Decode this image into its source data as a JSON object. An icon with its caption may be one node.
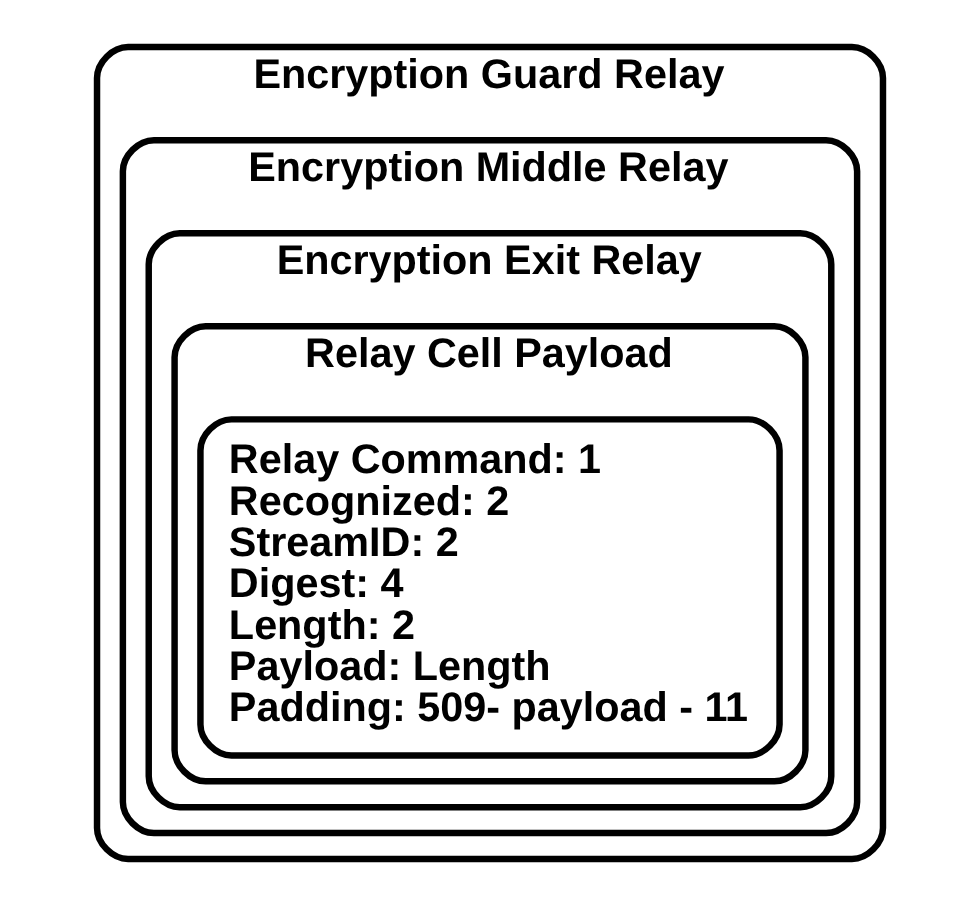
{
  "diagram": {
    "nodes": [
      {
        "text": [
          "Encryption Guard Relay"
        ]
      },
      {
        "text": [
          "Encryption Middle Relay"
        ],
        "in": 0
      },
      {
        "text": [
          "Encryption Exit Relay"
        ],
        "in": 1
      },
      {
        "text": [
          "Relay Cell Payload"
        ],
        "in": 2
      },
      {
        "text": [
          "Relay Command: 1",
          "Recognized: 2",
          "StreamID: 2",
          "Digest: 4",
          "Length: 2",
          "Payload: Length",
          "Padding: 509- payload - 11"
        ],
        "in": 3
      }
    ],
    "edges": []
  }
}
